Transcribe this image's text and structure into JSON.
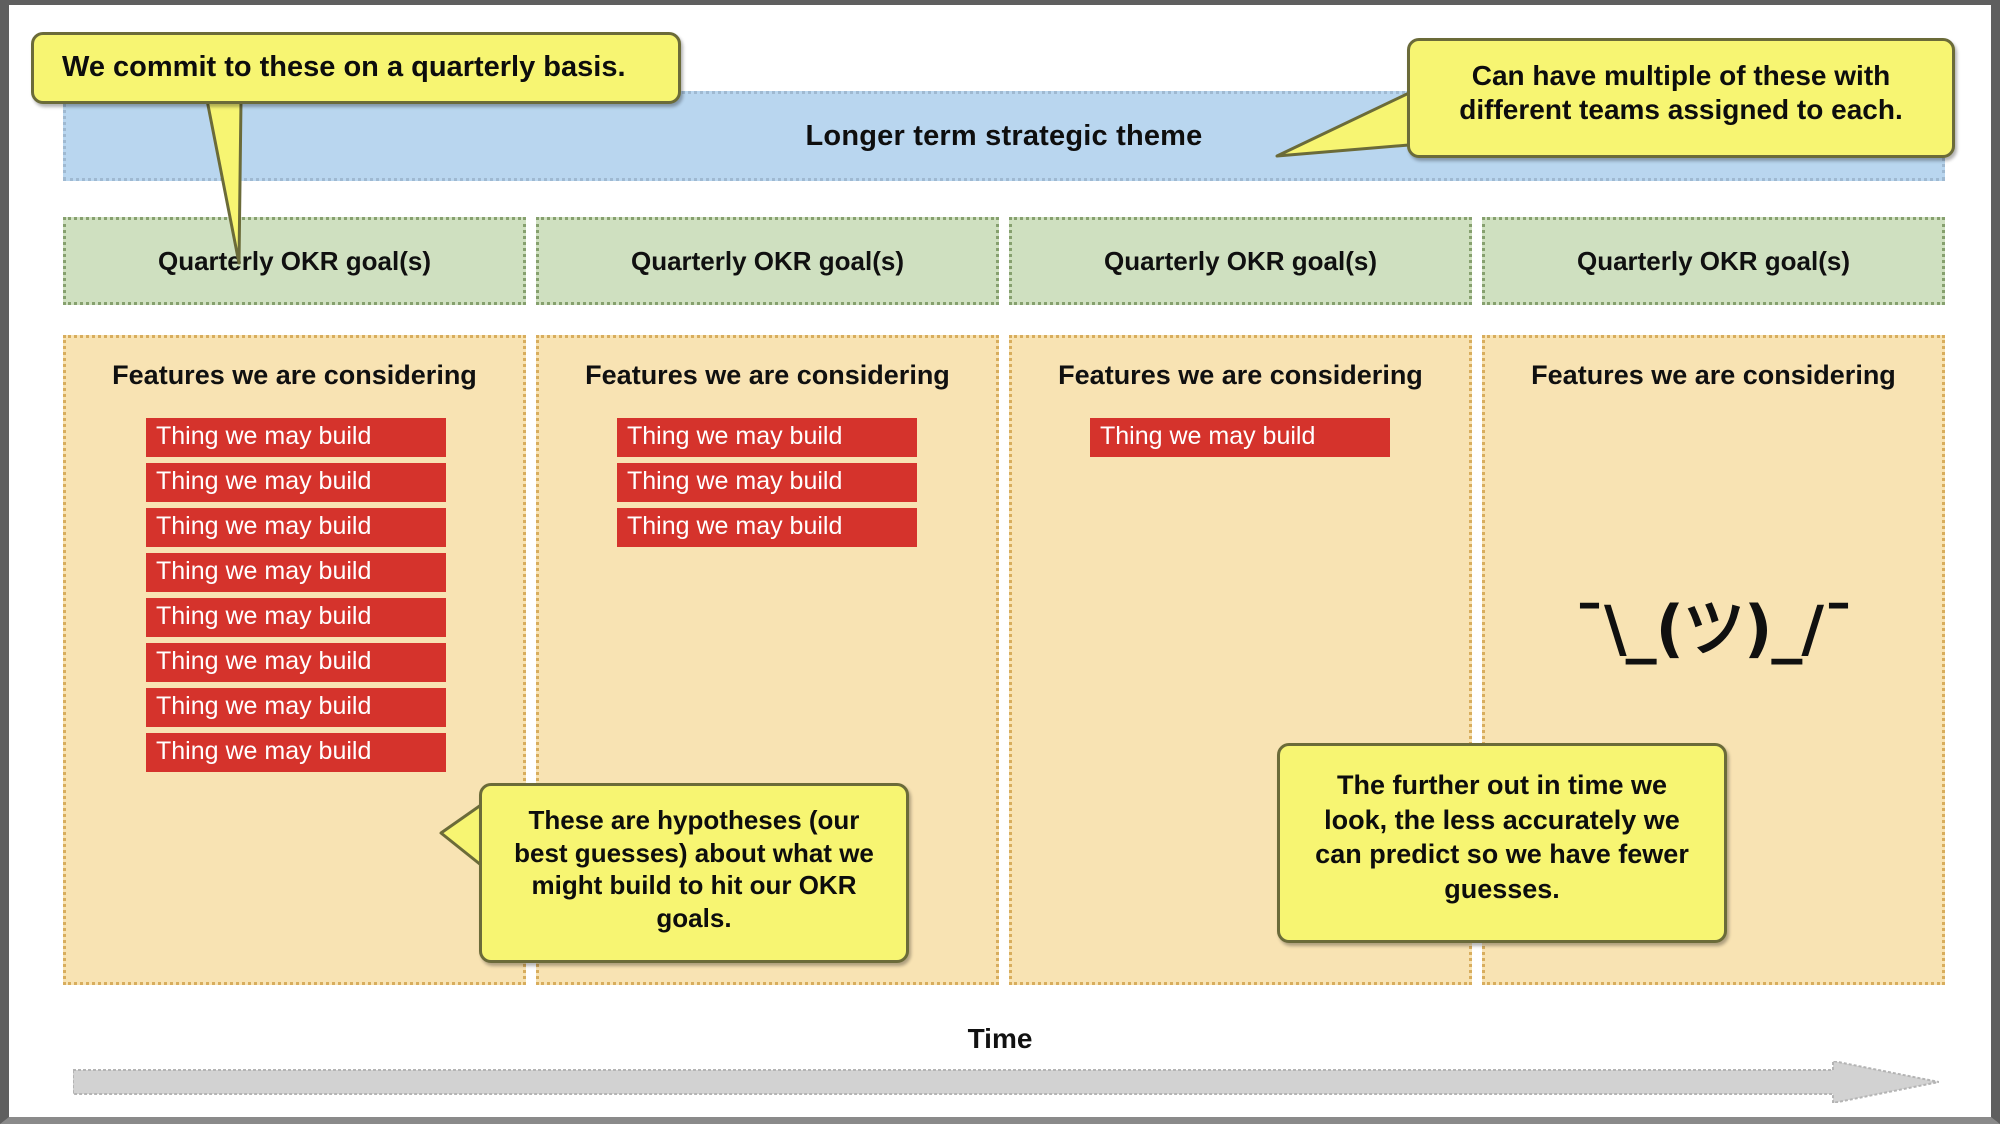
{
  "theme": {
    "label": "Longer term strategic theme",
    "color": "#b9d6ef",
    "border_color": "#9fb9d1"
  },
  "colors": {
    "theme_blue": "#b9d6ef",
    "okr_green": "#cfe0c0",
    "feature_orange": "#f8e3b3",
    "chip_red": "#d5332c",
    "callout_yellow": "#f7f572",
    "arrow_gray": "#d2d2d2"
  },
  "okr_row": {
    "columns": [
      {
        "label": "Quarterly OKR goal(s)"
      },
      {
        "label": "Quarterly OKR goal(s)"
      },
      {
        "label": "Quarterly OKR goal(s)"
      },
      {
        "label": "Quarterly OKR goal(s)"
      }
    ]
  },
  "feature_row": {
    "columns": [
      {
        "title": "Features we are considering",
        "chips": [
          "Thing we may build",
          "Thing we may build",
          "Thing we may build",
          "Thing we may build",
          "Thing we may build",
          "Thing we may build",
          "Thing we may build",
          "Thing we may build"
        ],
        "shrug": ""
      },
      {
        "title": "Features we are considering",
        "chips": [
          "Thing we may build",
          "Thing we may build",
          "Thing we may build"
        ],
        "shrug": ""
      },
      {
        "title": "Features we are considering",
        "chips": [
          "Thing we may build"
        ],
        "shrug": ""
      },
      {
        "title": "Features we are considering",
        "chips": [],
        "shrug": "¯\\_(ツ)_/¯"
      }
    ]
  },
  "callouts": {
    "commit": "We commit to these on a quarterly basis.",
    "multiple": "Can have multiple of these with different teams assigned to each.",
    "hypotheses": "These are hypotheses (our best guesses) about what we might build to hit our OKR goals.",
    "predict": "The further out in time we look, the less accurately we can predict so we have fewer guesses."
  },
  "time_axis": {
    "label": "Time",
    "direction": "right"
  }
}
